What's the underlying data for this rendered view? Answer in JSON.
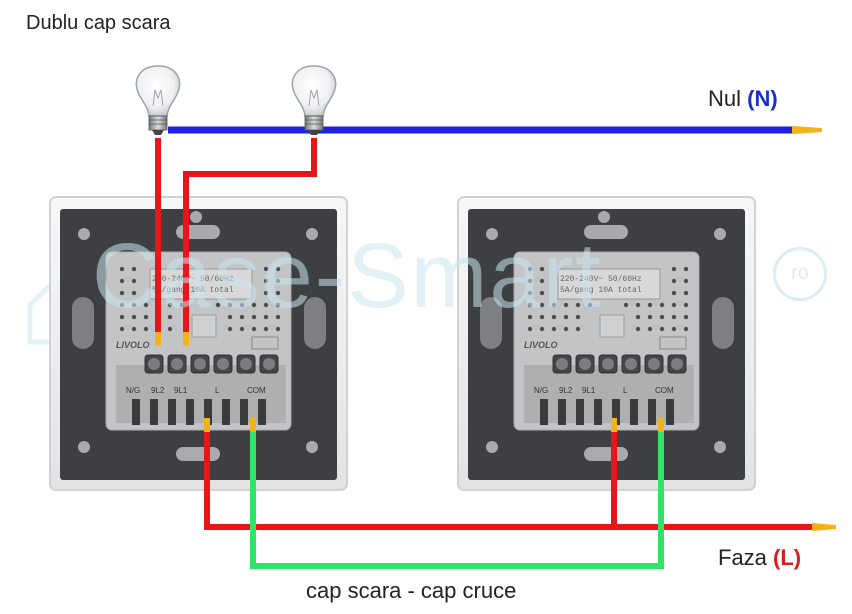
{
  "title": "Dublu cap scara",
  "neutral": {
    "label": "Nul",
    "code": "(N)"
  },
  "phase": {
    "label": "Faza",
    "code": "(L)"
  },
  "caption": "cap scara - cap cruce",
  "watermark": "Case-Smart",
  "watermark_suffix": "ro",
  "switch": {
    "brand": "LIVOLO",
    "rating_line1": "220-240V~ 50/60Hz",
    "rating_line2": "5A/gang 10A total",
    "terminals": [
      "N/G",
      "9L2",
      "9L1",
      "L",
      "COM"
    ]
  },
  "colors": {
    "neutral_wire": "#1e22e0",
    "phase_wire": "#e8161b",
    "traveler_wire": "#2ee56a"
  },
  "icons": [
    "bulb-icon",
    "home-icon",
    "wire-tip-icon"
  ]
}
